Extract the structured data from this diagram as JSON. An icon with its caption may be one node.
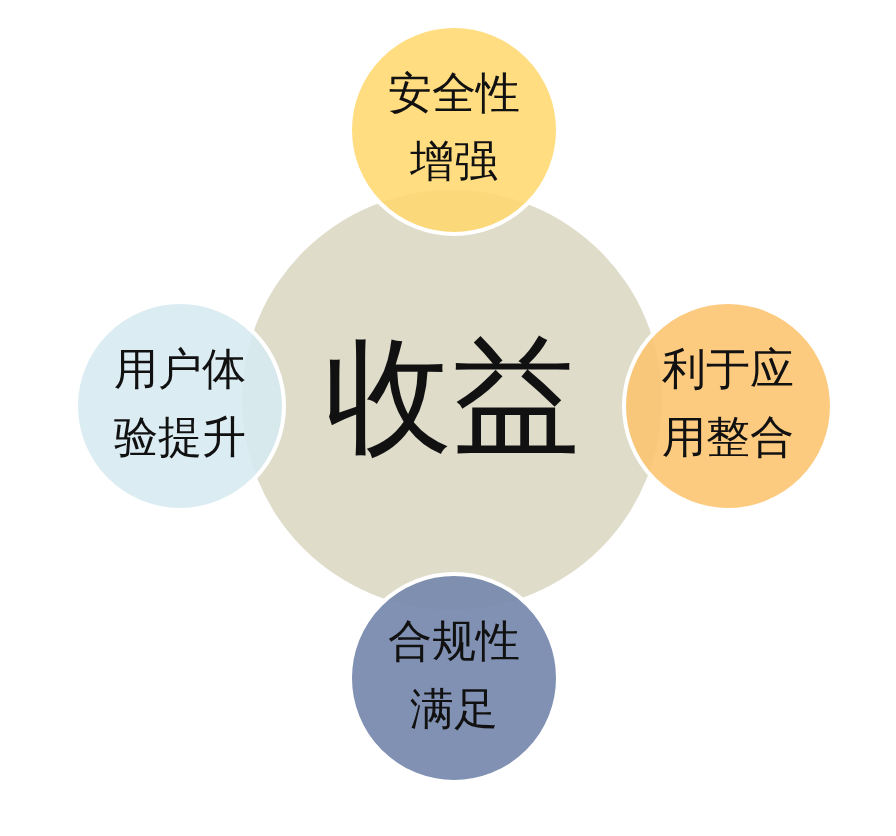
{
  "diagram": {
    "nodes": [
      {
        "text": [
          "安全性增强"
        ]
      },
      {
        "text": [
          "用户体验提升"
        ]
      },
      {
        "text": [
          "收益"
        ]
      },
      {
        "text": [
          "利于应用整合"
        ]
      },
      {
        "text": [
          "合规性满足"
        ]
      }
    ]
  }
}
